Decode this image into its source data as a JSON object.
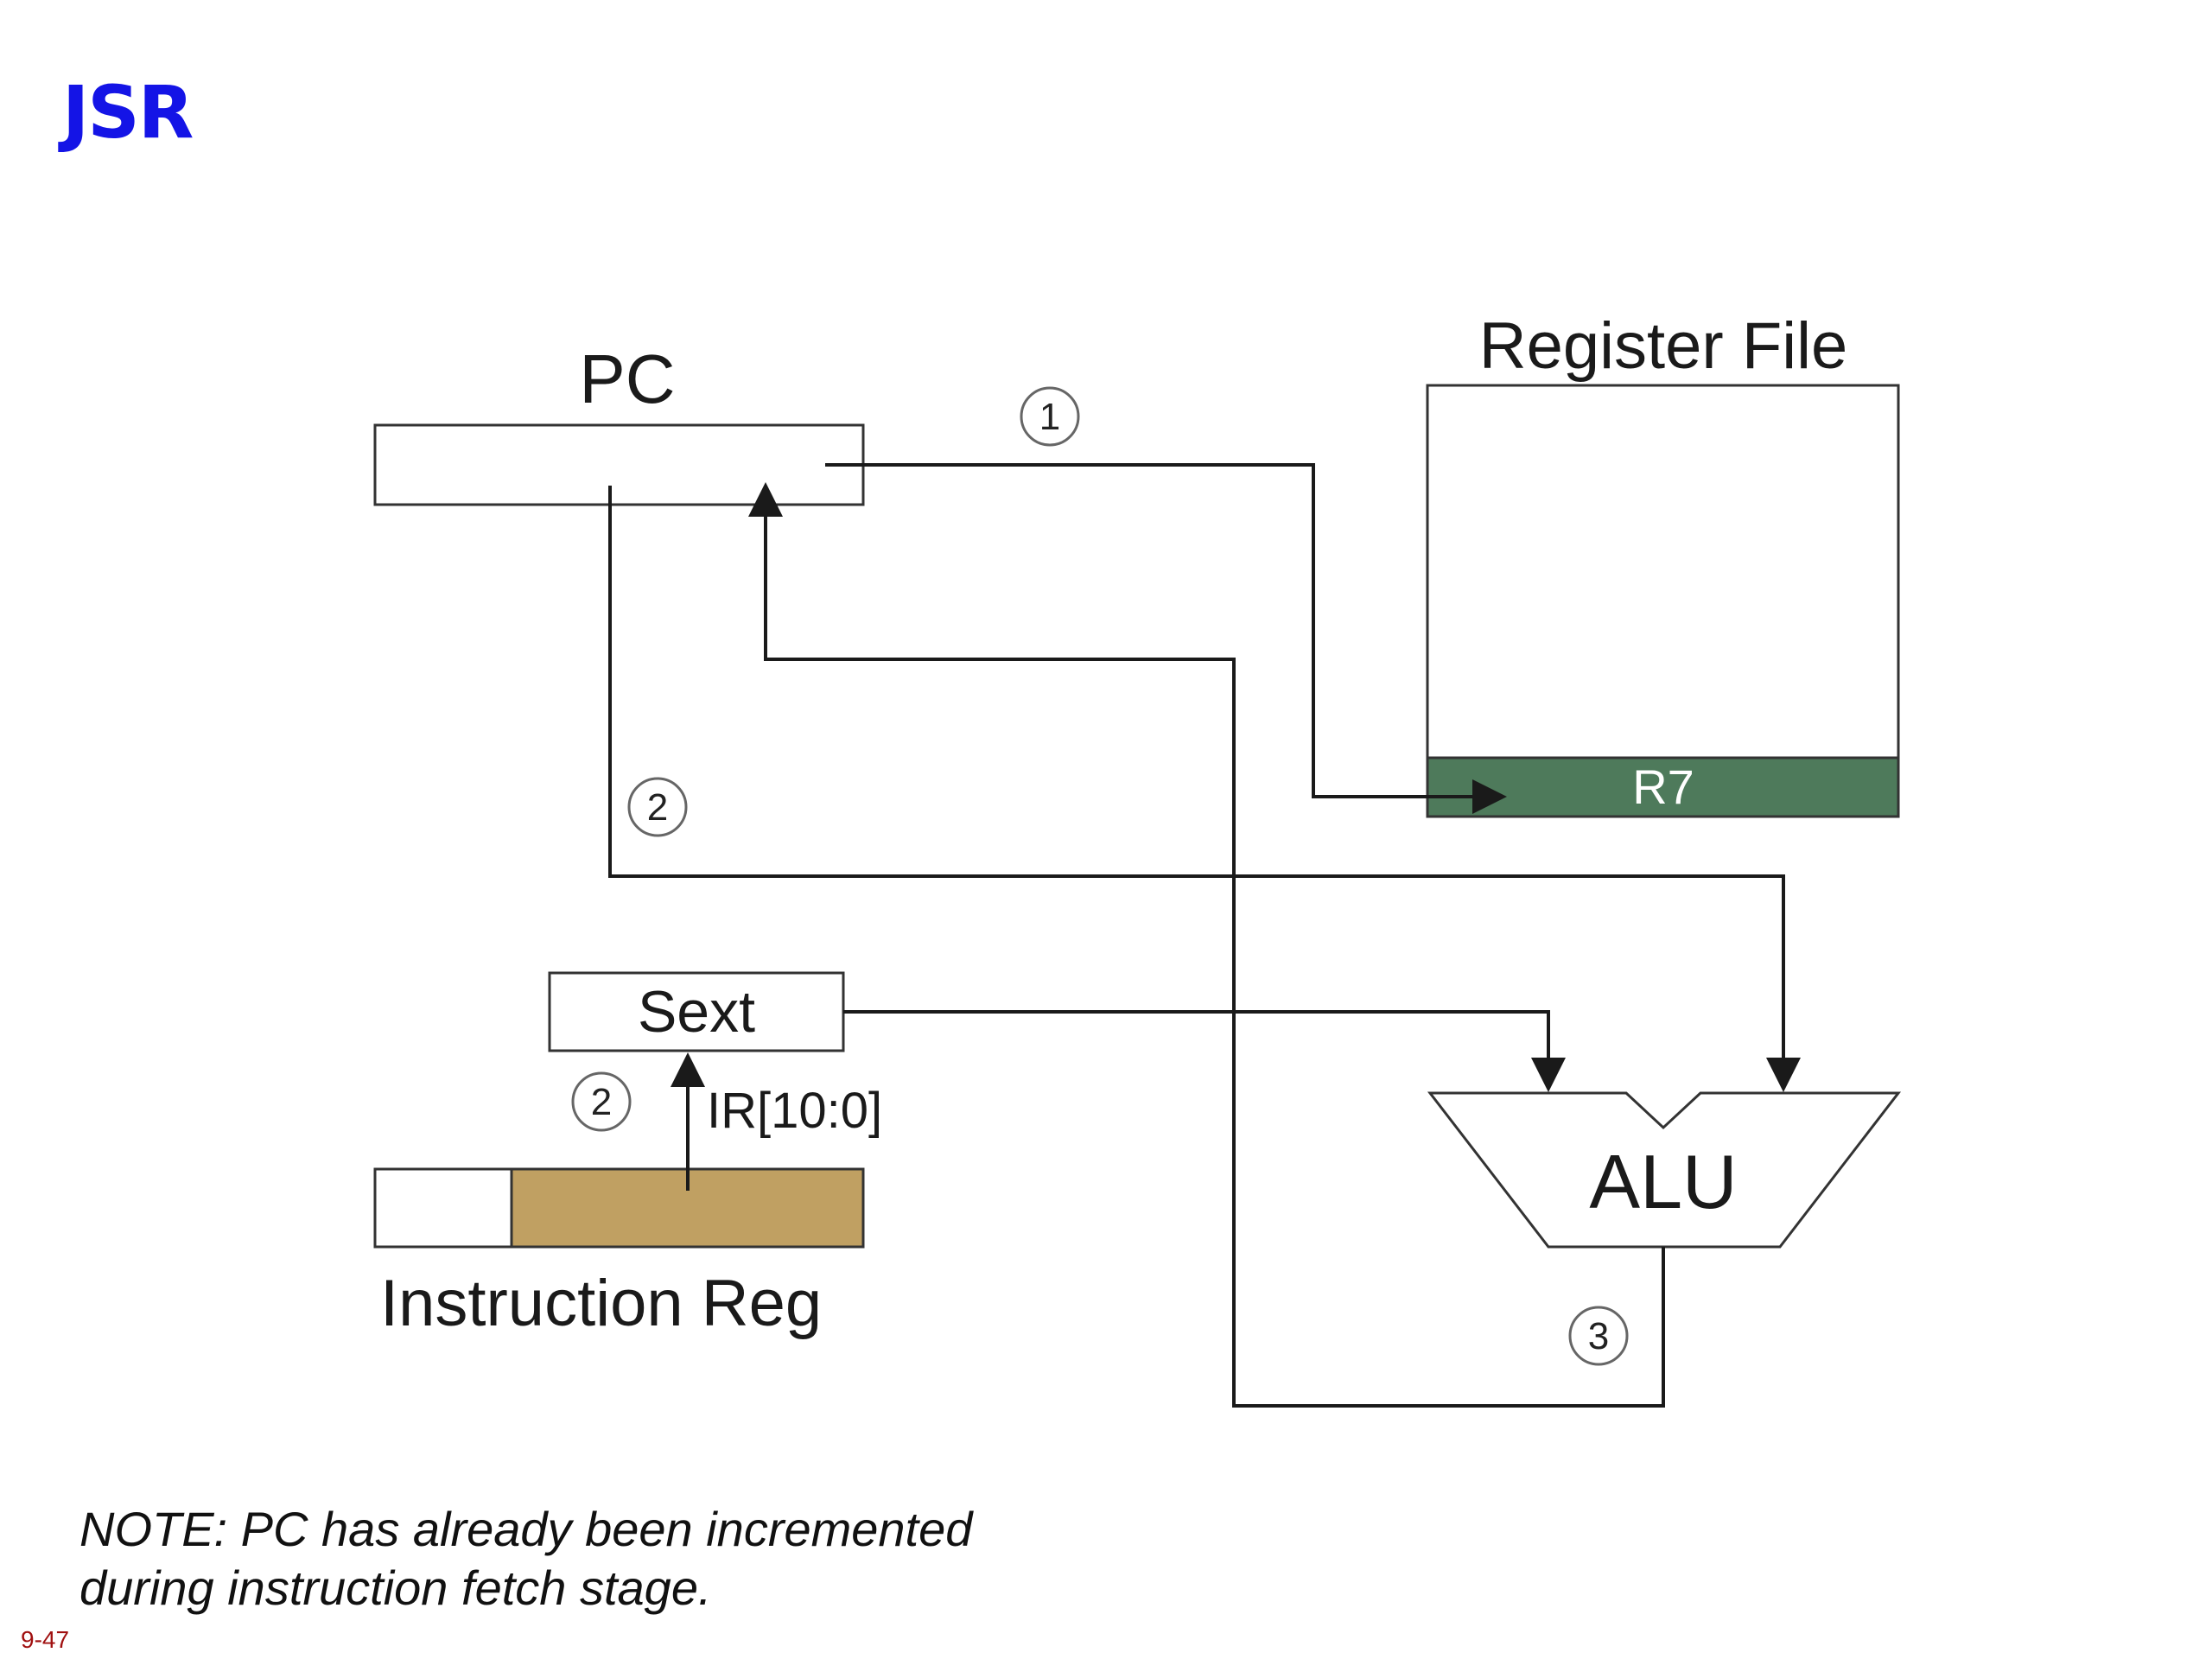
{
  "title": "JSR",
  "colors": {
    "title": "#1414e6",
    "r7_fill": "#4e7a5b",
    "r7_text": "#ffffff",
    "ir_field_fill": "#c0a062",
    "slide_number": "#a01010"
  },
  "labels": {
    "pc": "PC",
    "register_file": "Register File",
    "r7": "R7",
    "sext": "Sext",
    "ir_bits": "IR[10:0]",
    "instruction_reg": "Instruction Reg",
    "alu": "ALU"
  },
  "steps": {
    "pc_to_r7": "1",
    "pc_to_alu": "2",
    "ir_to_sext": "2",
    "alu_to_pc": "3"
  },
  "note_lines": [
    "NOTE: PC has already been incremented",
    "during instruction fetch stage."
  ],
  "slide_number": "9-47"
}
